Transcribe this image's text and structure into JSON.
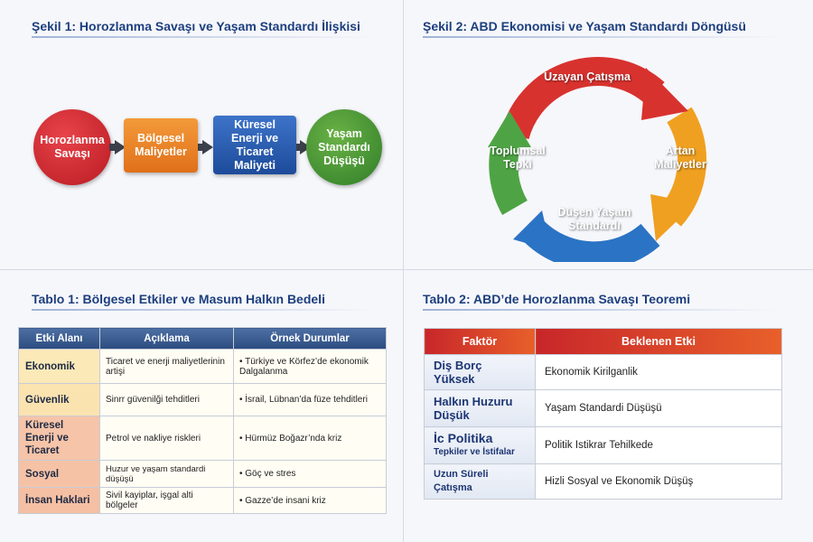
{
  "figure1": {
    "title": "Şekil 1: Horozlanma Savaşı ve Yaşam Standardı İlişkisi",
    "nodes": [
      "Horozlanma Savaşı",
      "Bölgesel Maliyetler",
      "Küresel Enerji ve Ticaret Maliyeti",
      "Yaşam Standardı Düşüşü"
    ]
  },
  "figure2": {
    "title": "Şekil 2: ABD Ekonomisi ve Yaşam Standardı Döngüsü",
    "stages": [
      "Uzayan Çatışma",
      "Artan Maliyetler",
      "Düşen Yaşam Standardı",
      "Toplumsal Tepki"
    ]
  },
  "table1": {
    "title": "Tablo 1: Bölgesel Etkiler ve Masum Halkın Bedeli",
    "headers": [
      "Etki Alanı",
      "Açıklama",
      "Örnek Durumlar"
    ],
    "rows": [
      [
        "Ekonomik",
        "Ticaret ve enerji maliyetlerinin artişi",
        "• Türkiye ve Körfez’de ekonomik Dalgalanma"
      ],
      [
        "Güvenlik",
        "Sinrr güvenilği tehditleri",
        "• İsrail, Lübnan’da füze tehditleri"
      ],
      [
        "Küresel Enerji ve Ticaret",
        "Petrol ve nakliye riskleri",
        "• Hürmüz Boğazr’nda kriz"
      ],
      [
        "Sosyal",
        "Huzur ve yaşam standardi düşüşü",
        "• Göç ve stres"
      ],
      [
        "İnsan Haklari",
        "Sivil kayiplar, işgal alti bölgeler",
        "• Gazze’de insani kriz"
      ]
    ]
  },
  "table2": {
    "title": "Tablo 2: ABD’de Horozlanma Savaşı Teoremi",
    "headers": [
      "Faktör",
      "Beklenen Etki"
    ],
    "rows": [
      [
        "Diş Borç  Yüksek",
        "",
        "Ekonomik Kirilganlik"
      ],
      [
        "Halkın Huzuru Düşük",
        "",
        "Yaşam Standardi Düşüşü"
      ],
      [
        "İc Politika",
        "Tepkiler ve İstifalar",
        "Politik Istikrar Tehilkede"
      ],
      [
        "Uzun Süreli Çatışma",
        "",
        "Hizli Sosyal ve Ekonomik Düşüş"
      ]
    ]
  }
}
